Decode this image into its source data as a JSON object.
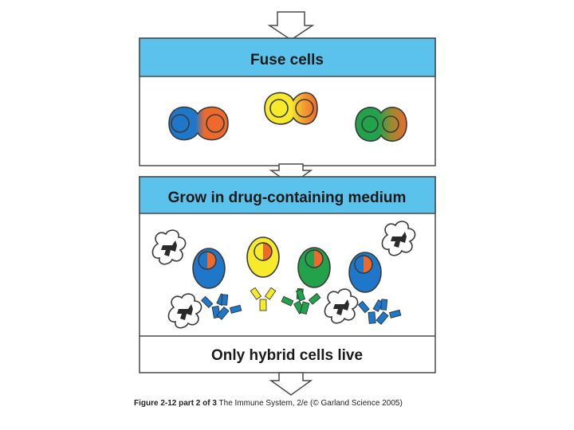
{
  "steps": [
    {
      "title": "Fuse cells"
    },
    {
      "title": "Grow in drug-containing medium"
    },
    {
      "title": "Only hybrid cells live"
    }
  ],
  "colors": {
    "panel_blue": "#5bc2ec",
    "cell_blue": "#1f77c9",
    "cell_orange": "#ee6a2c",
    "cell_yellow": "#f7ea2a",
    "cell_green": "#21a24b",
    "dead_cell": "#ffffff",
    "outline": "#3a3a3a"
  },
  "caption": {
    "bold": "Figure 2-12 part 2 of 3",
    "text": " The Immune System, 2/e (© Garland Science 2005)"
  }
}
